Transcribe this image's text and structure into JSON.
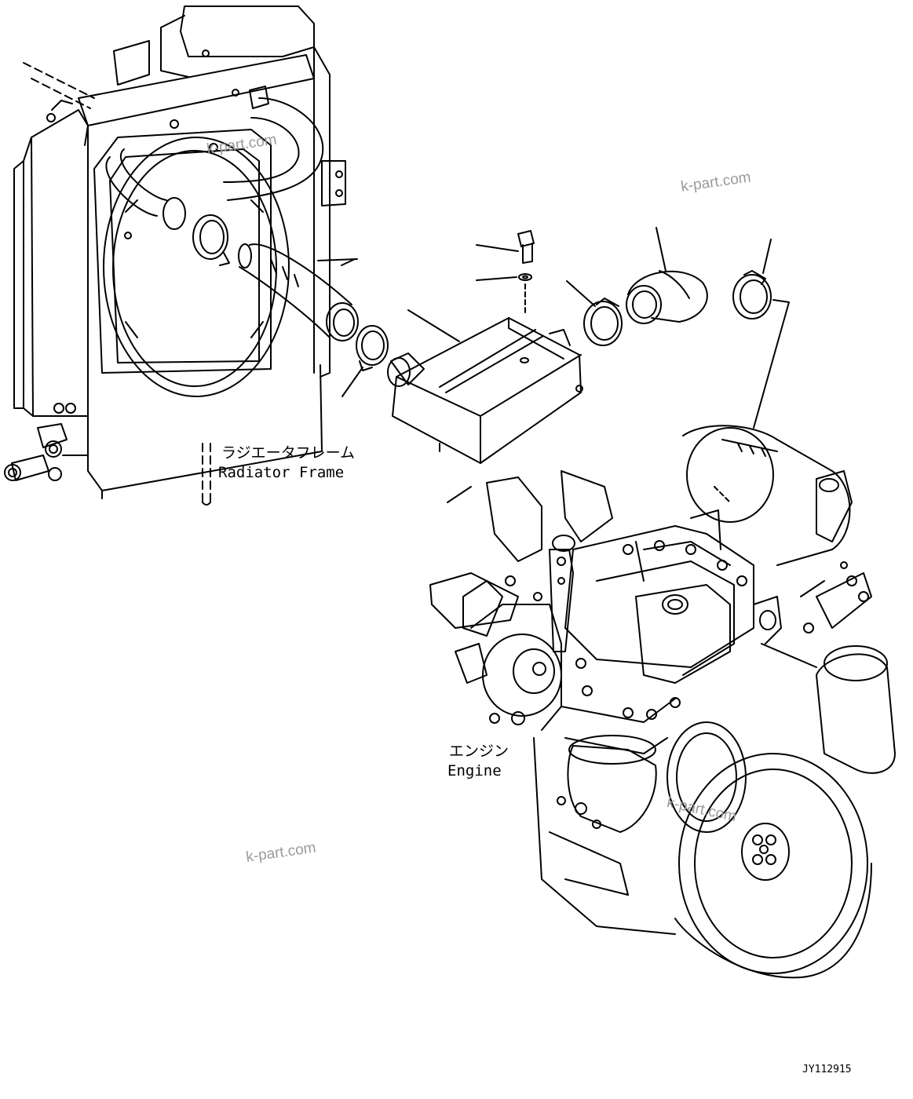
{
  "labels": {
    "radiator_frame_jp": "ラジエータフレーム",
    "radiator_frame_en": "Radiator Frame",
    "engine_jp": "エンジン",
    "engine_en": "Engine"
  },
  "watermarks": [
    "k-part.com",
    "k-part.com",
    "k-part.com",
    "k-part.com"
  ],
  "drawing_code": "JY112915",
  "colors": {
    "line": "#000000",
    "watermark": "#9a9a9a",
    "background": "#ffffff"
  }
}
